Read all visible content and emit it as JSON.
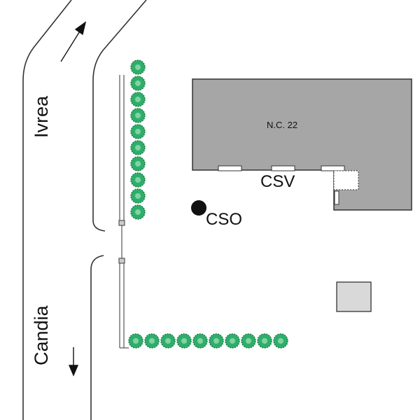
{
  "labels": {
    "building": "N.C. 22",
    "csv": "CSV",
    "cso": "CSO",
    "road_north": "Ivrea",
    "road_south": "Candia"
  },
  "colors": {
    "building": "#a6a6a6",
    "tree": "#2fae6a",
    "small_block": "#d9d9d9"
  }
}
